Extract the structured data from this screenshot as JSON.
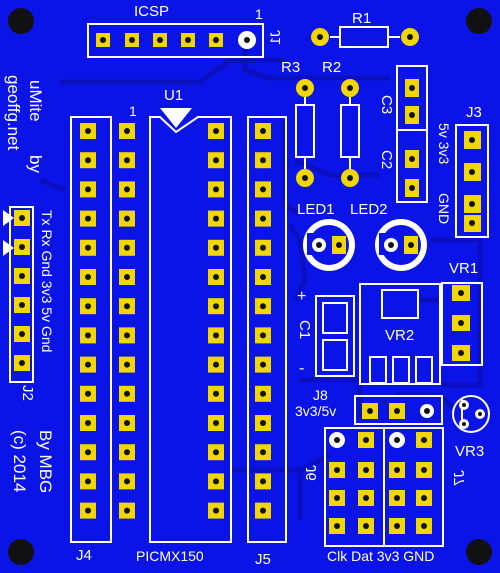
{
  "board": {
    "colors": {
      "board": "#0a14e6",
      "silkscreen": "#ffffff",
      "pad": "#f2d600",
      "trace": "#0a10c0",
      "mount_hole": "#111111"
    },
    "labels": {
      "icsp": "ICSP",
      "icsp_pin1": "1",
      "j1": "J1",
      "r1": "R1",
      "r2": "R2",
      "r3": "R3",
      "u1": "U1",
      "u1_pin1": "1",
      "c2": "C2",
      "c3": "C3",
      "j3": "J3",
      "j3_pins": "5v 3v3",
      "j3_gnd": "GND",
      "led1": "LED1",
      "led2": "LED2",
      "vr1": "VR1",
      "vr2": "VR2",
      "c1": "C1",
      "c1_plus": "+",
      "c1_minus": "-",
      "j8": "J8",
      "j8_sub": "3v3/5v",
      "vr3": "VR3",
      "j6": "J6",
      "j7": "J7",
      "j2": "J2",
      "j2_pins": "Tx Rx Gnd 3v3 5v Gnd",
      "j4": "J4",
      "j5": "J5",
      "chip": "PICMX150",
      "bottom_pins": "Clk Dat 3v3 GND",
      "title": "uMite",
      "by": "by",
      "site": "geoffg.net",
      "author": "By MBG",
      "copyright": "(c) 2014"
    }
  }
}
